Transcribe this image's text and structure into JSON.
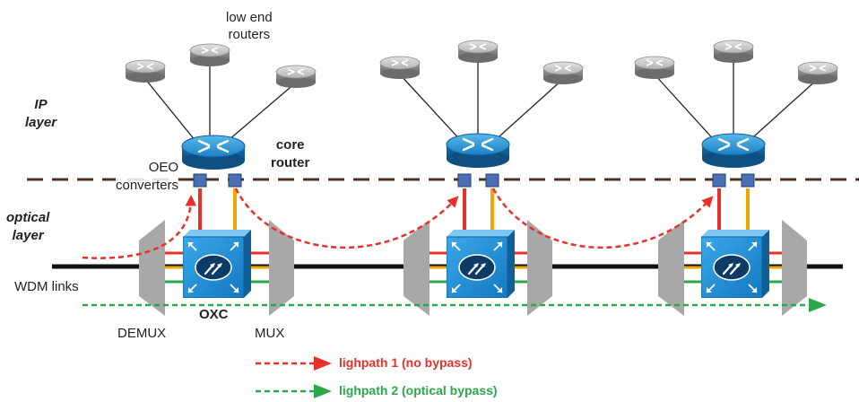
{
  "labels": {
    "low_end_routers": "low end\nrouters",
    "ip_layer": "IP\nlayer",
    "optical_layer": "optical\nlayer",
    "core_router": "core\nrouter",
    "oeo_converters": "OEO\nconverters",
    "wdm_links": "WDM links",
    "oxc": "OXC",
    "demux": "DEMUX",
    "mux": "MUX"
  },
  "legend": [
    {
      "label": "lighpath 1 (no bypass)",
      "color": "#e8302b"
    },
    {
      "label": "lighpath 2 (optical bypass)",
      "color": "#2aa84a"
    }
  ],
  "colors": {
    "wavelength_red": "#e8302b",
    "wavelength_orange": "#f0a500",
    "wavelength_green": "#2aa84a",
    "router_blue": "#1a7fc4",
    "oxc_blue": "#1a8fd6",
    "dashed_boundary": "#4a3020",
    "mux_gray": "#a8a8a8"
  },
  "nodes": [
    {
      "id": "node-1",
      "low_end_router_count": 3
    },
    {
      "id": "node-2",
      "low_end_router_count": 3
    },
    {
      "id": "node-3",
      "low_end_router_count": 3
    }
  ]
}
